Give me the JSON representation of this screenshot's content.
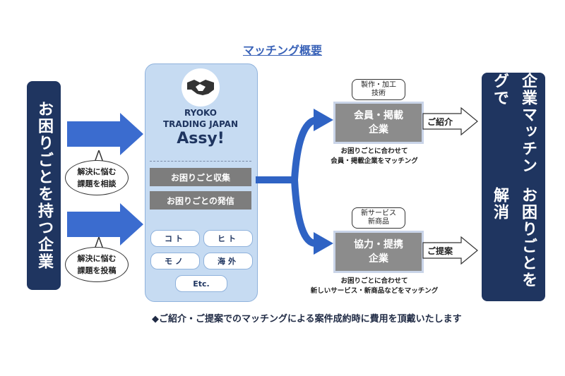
{
  "title": "マッチング概要",
  "left_box": "お困りごとを持つ企業",
  "right_box_lines": [
    "企業マッチングで",
    "お困りごとを解消"
  ],
  "bubbles": [
    {
      "line1": "解決に悩む",
      "line2": "課題を相談"
    },
    {
      "line1": "解決に悩む",
      "line2": "課題を投稿"
    }
  ],
  "brand": {
    "line1": "RYOKO",
    "line2": "TRADING JAPAN",
    "line3": "Assy!"
  },
  "panel_items": [
    "お困りごと収集",
    "お困りごとの発信"
  ],
  "categories": [
    "コト",
    "ヒト",
    "モノ",
    "海外",
    "Etc."
  ],
  "top_branch": {
    "tag_line1": "製作・加工",
    "tag_line2": "技術",
    "box_line1": "会員・掲載",
    "box_line2": "企業",
    "arrow_label": "ご紹介",
    "caption_line1": "お困りごとに合わせて",
    "caption_line2": "会員・掲載企業をマッチング"
  },
  "bottom_branch": {
    "tag_line1": "新サービス",
    "tag_line2": "新商品",
    "box_line1": "協力・提携",
    "box_line2": "企業",
    "arrow_label": "ご提案",
    "caption_line1": "お困りごとに合わせて",
    "caption_line2": "新しいサービス・新商品などをマッチング"
  },
  "footer": "◆ご紹介・ご提案でのマッチングによる案件成約時に費用を頂戴いたします",
  "colors": {
    "navy": "#1f3560",
    "blue_arrow": "#3b6ccf",
    "panel": "#c6dbf2",
    "gray": "#8c8c8c"
  }
}
